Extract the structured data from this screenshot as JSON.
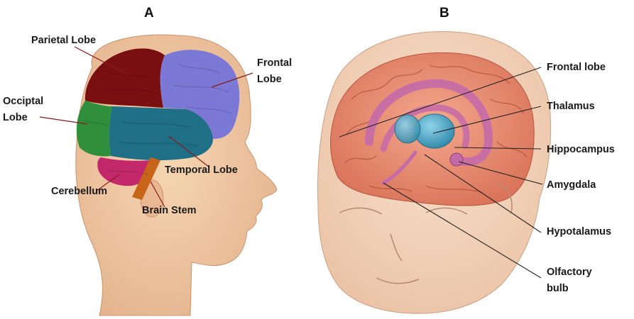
{
  "panel_a": {
    "panel_label": "A",
    "labels": {
      "parietal": "Parietal Lobe",
      "frontal_1": "Frontal",
      "frontal_2": "Lobe",
      "occipital_1": "Occiptal",
      "occipital_2": "Lobe",
      "temporal": "Temporal Lobe",
      "cerebellum": "Cerebellum",
      "brain_stem": "Brain Stem"
    },
    "colors": {
      "parietal": "#7a0f12",
      "frontal": "#7b78d6",
      "occipital": "#2f8f3a",
      "temporal": "#1f6f86",
      "cerebellum": "#c2286a",
      "brain_stem": "#c8641a",
      "skin": "#f1c9a0"
    }
  },
  "panel_b": {
    "panel_label": "B",
    "labels": {
      "frontal_lobe": "Frontal lobe",
      "thalamus": "Thalamus",
      "hippocampus": "Hippocampus",
      "amygdala": "Amygdala",
      "hypotalamus": "Hypotalamus",
      "olfactory_1": "Olfactory",
      "olfactory_2": "bulb"
    },
    "colors": {
      "cortex": "#e8896c",
      "limbic": "#c56aa8",
      "thalamus": "#3f9fc0",
      "skin": "#f3d3b8"
    }
  }
}
